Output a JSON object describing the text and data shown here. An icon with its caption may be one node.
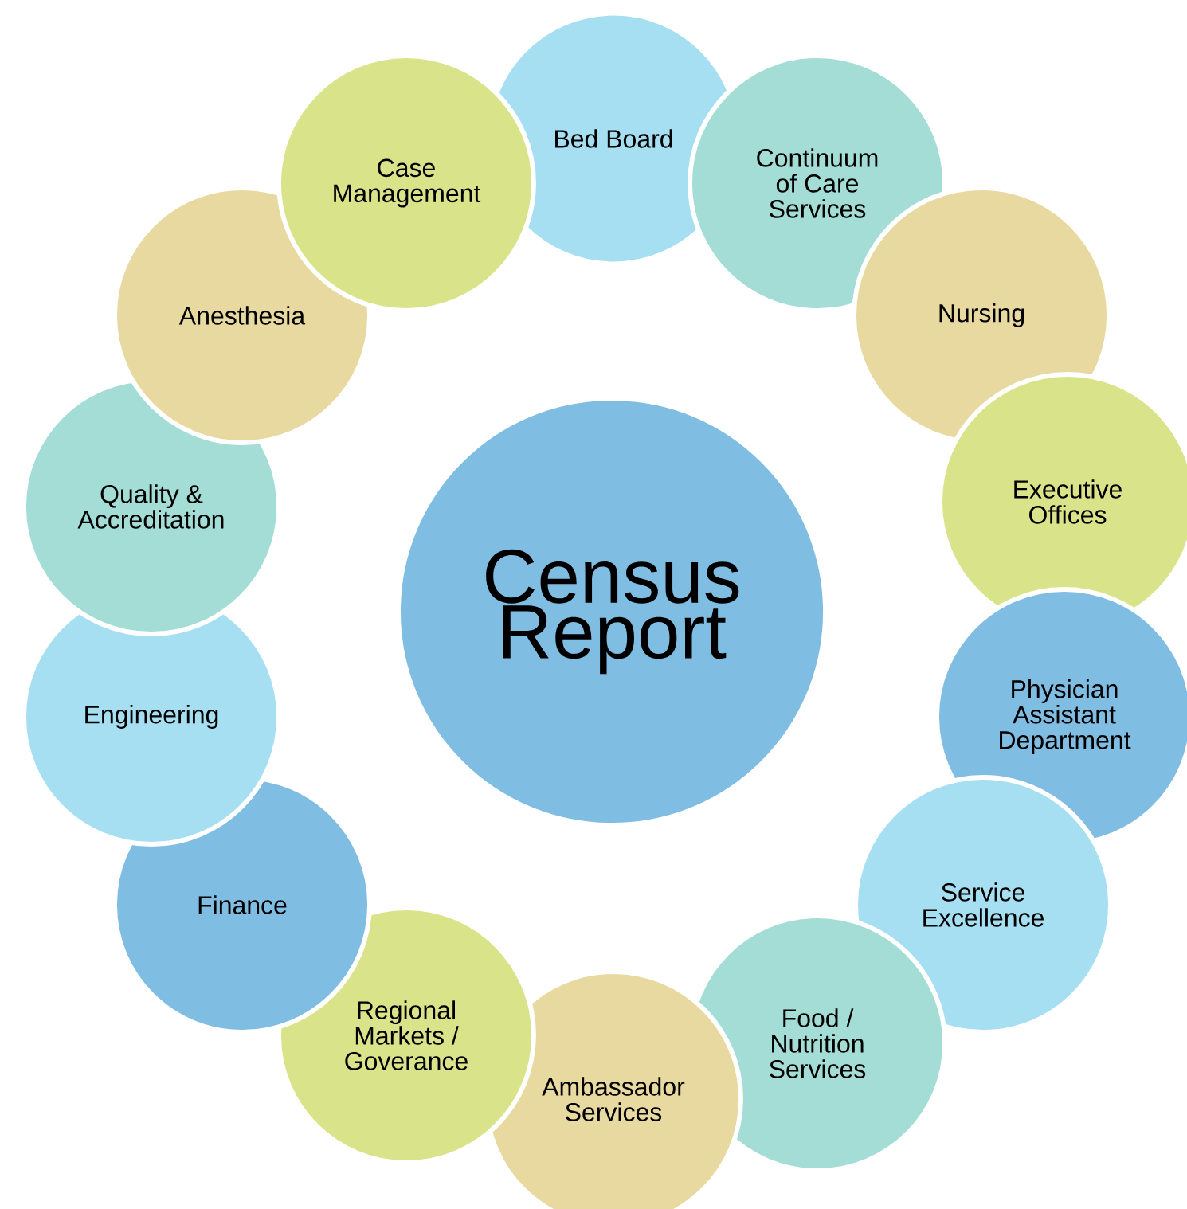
{
  "diagram": {
    "nodes": [
      {
        "text": [
          "Census Report"
        ]
      },
      {
        "text": [
          "Bed Board"
        ]
      },
      {
        "text": [
          "Continuum of Care Services"
        ]
      },
      {
        "text": [
          "Nursing"
        ]
      },
      {
        "text": [
          "Executive Offices"
        ]
      },
      {
        "text": [
          "Physician Assistant Department"
        ]
      },
      {
        "text": [
          "Service Excellence"
        ]
      },
      {
        "text": [
          "Food / Nutrition Services"
        ]
      },
      {
        "text": [
          "Ambassador Services"
        ]
      },
      {
        "text": [
          "Regional Markets / Goverance"
        ]
      },
      {
        "text": [
          "Finance"
        ]
      },
      {
        "text": [
          "Engineering"
        ]
      },
      {
        "text": [
          "Quality & Accreditation"
        ]
      },
      {
        "text": [
          "Anesthesia"
        ]
      },
      {
        "text": [
          "Case Management"
        ]
      }
    ]
  }
}
